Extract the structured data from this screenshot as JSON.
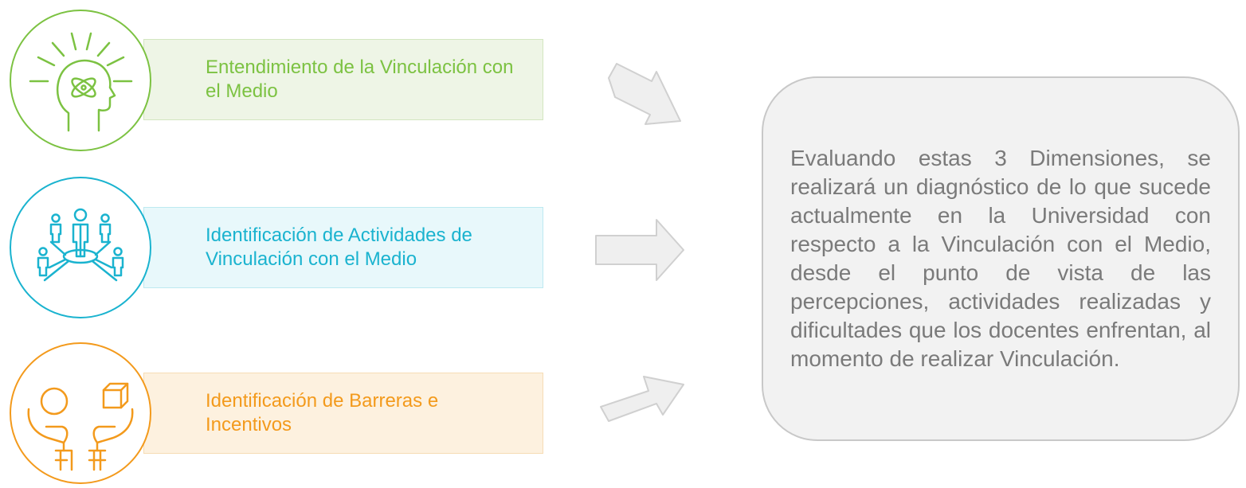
{
  "dimensions": [
    {
      "label": "Entendimiento de la Vinculación con el Medio",
      "icon": "mind-icon",
      "color": "#7cc242"
    },
    {
      "label": "Identificación de Actividades de Vinculación con el Medio",
      "icon": "network-people-icon",
      "color": "#1ab3cf"
    },
    {
      "label": "Identificación de Barreras e Incentivos",
      "icon": "hands-giving-icon",
      "color": "#f39a1c"
    }
  ],
  "summary": {
    "text": "Evaluando estas 3 Dimensiones, se realizará un diagnóstico de lo que sucede actualmente en la Universidad con respecto a la Vinculación con el Medio, desde el punto de vista de las percepciones, actividades realizadas y dificultades que los docentes enfrentan, al momento de realizar Vinculación."
  }
}
